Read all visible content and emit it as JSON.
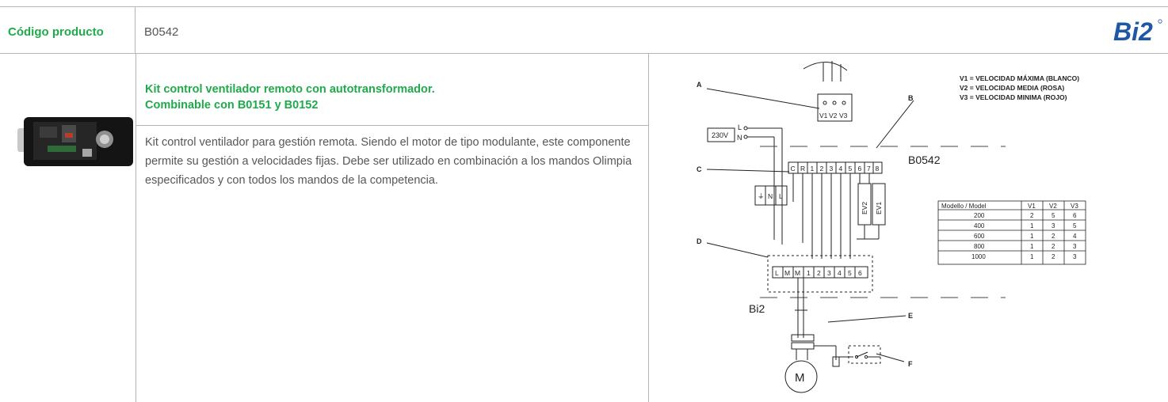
{
  "header": {
    "code_label": "Código producto",
    "code_value": "B0542",
    "brand": "Bi2",
    "brand_color": "#1d57a5"
  },
  "product": {
    "title_line1": "Kit control ventilador remoto con autotransformador.",
    "title_line2": "Combinable con B0151 y B0152",
    "description": "Kit control ventilador para gestión remota. Siendo el motor de tipo modulante, este componente permite su gestión a velocidades fijas. Debe ser utilizado en combinación a los mandos Olimpia especificados y con todos los mandos de la competencia.",
    "accent_color": "#1faa4b"
  },
  "diagram": {
    "legend": [
      "V1  =  VELOCIDAD MÁXIMA (BLANCO)",
      "V2  =  VELOCIDAD MEDIA (ROSA)",
      "V3  =  VELOCIDAD MINIMA (ROJO)"
    ],
    "callouts": [
      "A",
      "B",
      "C",
      "D",
      "E",
      "F"
    ],
    "voltage": "230V",
    "supply_terminals": [
      "L",
      "N"
    ],
    "speed_terminals": [
      "V1",
      "V2",
      "V3"
    ],
    "board_label": "B0542",
    "board_terminals": [
      "C",
      "R",
      "1",
      "2",
      "3",
      "4",
      "5",
      "6",
      "7",
      "8"
    ],
    "left_block": [
      "⏚",
      "N",
      "L"
    ],
    "valves": [
      "EV2",
      "EV1"
    ],
    "lower_terminals": [
      "L",
      "M",
      "M",
      "1",
      "2",
      "3",
      "4",
      "5",
      "6"
    ],
    "lower_label": "Bi2",
    "motor_label": "M",
    "speed_table": {
      "headers": [
        "Modello / Model",
        "V1",
        "V2",
        "V3"
      ],
      "rows": [
        [
          "200",
          "2",
          "5",
          "6"
        ],
        [
          "400",
          "1",
          "3",
          "5"
        ],
        [
          "600",
          "1",
          "2",
          "4"
        ],
        [
          "800",
          "1",
          "2",
          "3"
        ],
        [
          "1000",
          "1",
          "2",
          "3"
        ]
      ]
    }
  }
}
